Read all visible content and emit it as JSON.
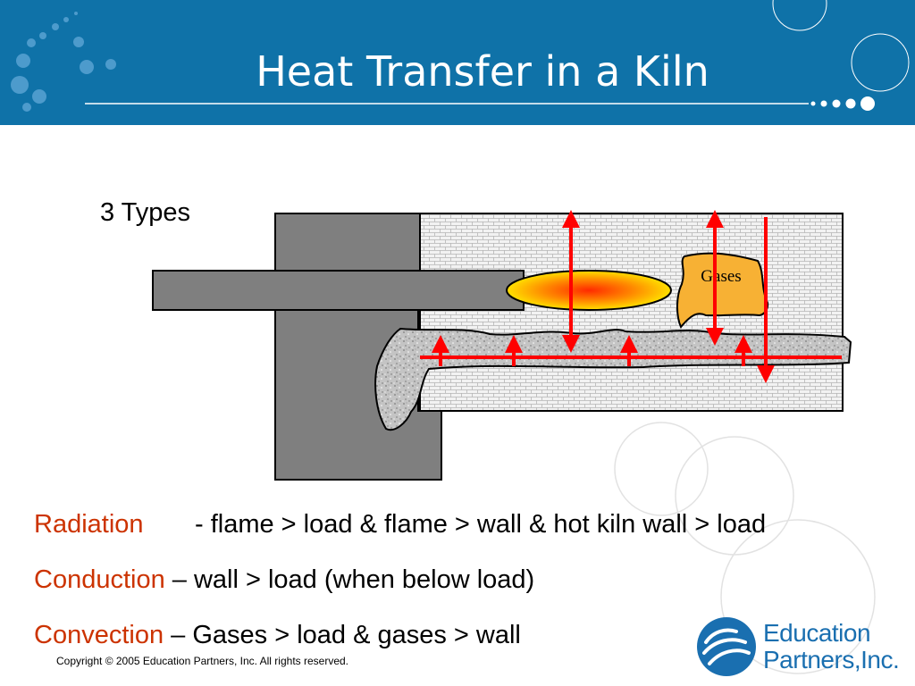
{
  "slide": {
    "title": "Heat Transfer in a Kiln",
    "subtitle": "3 Types",
    "diagram": {
      "gases_label": "Gases"
    },
    "lines": [
      {
        "term": "Radiation",
        "desc": "- flame > load  &  flame > wall  & hot kiln wall > load"
      },
      {
        "term": "Conduction",
        "desc": " – wall > load (when below load)"
      },
      {
        "term": "Convection",
        "desc": " – Gases > load & gases > wall"
      }
    ],
    "copyright": "Copyright © 2005 Education Partners, Inc. All rights reserved.",
    "logo": {
      "line1": "Education",
      "line2": "Partners,Inc."
    }
  },
  "colors": {
    "header": "#0f72a8",
    "term": "#cc3300",
    "arrow": "#ff0000",
    "kiln_steel": "#7f7f7f",
    "brick": "#f2f2f2",
    "logo": "#1a6fb0"
  }
}
